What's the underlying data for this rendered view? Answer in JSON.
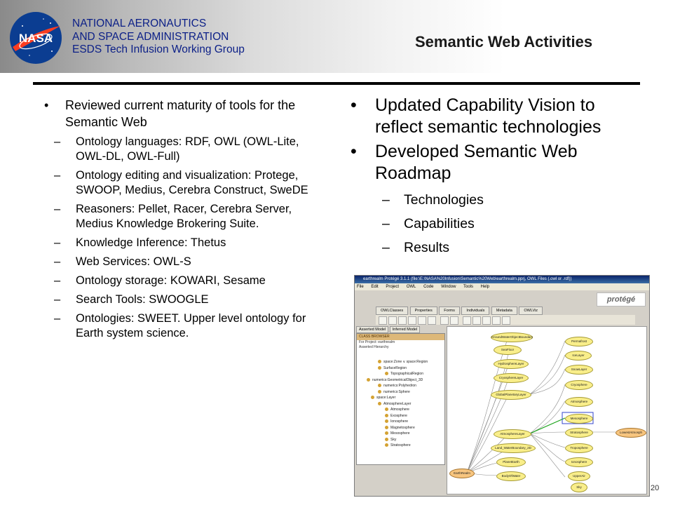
{
  "header": {
    "org_lines": [
      "NATIONAL AERONAUTICS",
      "AND SPACE ADMINISTRATION",
      "ESDS Tech Infusion Working Group"
    ],
    "title": "Semantic Web Activities",
    "logo_text": "NASA"
  },
  "left_column": {
    "bullet": "Reviewed current maturity of tools for the Semantic Web",
    "sub_items": [
      "Ontology languages: RDF, OWL (OWL-Lite, OWL-DL, OWL-Full)",
      "Ontology editing and visualization: Protege, SWOOP, Medius, Cerebra Construct, SweDE",
      "Reasoners: Pellet, Racer, Cerebra Server, Medius Knowledge Brokering Suite.",
      "Knowledge Inference: Thetus",
      "Web Services: OWL-S",
      "Ontology storage: KOWARI, Sesame",
      "Search Tools: SWOOGLE",
      "Ontologies: SWEET. Upper level ontology for Earth system science."
    ]
  },
  "right_column": {
    "bullets": [
      "Updated Capability Vision to reflect semantic technologies",
      "Developed Semantic Web Roadmap"
    ],
    "sub_items": [
      "Technologies",
      "Capabilities",
      "Results"
    ]
  },
  "screenshot": {
    "window_title": "earthrealm Protégé 3.1.1    (file:\\E:\\NASA%20Infusion\\Semantic%20Web\\earthrealm.pprj, OWL Files (.owl or .rdf))",
    "menu": [
      "File",
      "Edit",
      "Project",
      "OWL",
      "Code",
      "Window",
      "Tools",
      "Help"
    ],
    "brand": "protégé",
    "tabs": [
      "OWLClasses",
      "Properties",
      "Forms",
      "Individuals",
      "Metadata",
      "OWLViz"
    ],
    "model_tabs": [
      "Asserted Model",
      "Inferred Model"
    ],
    "class_browser": "CLASS BROWSER",
    "for_project": "For Project: earthrealm",
    "hierarchy": "Asserted Hierarchy",
    "tree": [
      "space:Zone ∨ space:Region",
      "SurfaceRegion",
      "TopographicalRegion",
      "numerics:GeometricalObject_3D",
      "numerics:Polyhedron",
      "numerics:Sphere",
      "space:Layer",
      "AtmosphereLayer",
      "Atmosphere",
      "Exosphere",
      "Ionosphere",
      "Magnetosphere",
      "Mesosphere",
      "Sky",
      "Stratosphere"
    ],
    "graph_nodes": [
      "GroundWaterObjectBoundary",
      "SeaFloor",
      "HydrosphereLayer",
      "CryosphereLayer",
      "GlobalPlanetaryLayer",
      "AtmosphereLayer",
      "Land_WaterBoundary_2D",
      "PlanetEarth",
      "BodyOfWater",
      "EarthRealm",
      "Permafrost",
      "IceLayer",
      "SnowLayer",
      "Cryosphere",
      "Atmosphere",
      "Mesosphere",
      "Stratosphere",
      "Troposphere",
      "Ionosphere",
      "UpperAir",
      "Sky",
      "LowestAtmosph"
    ]
  },
  "page_number": "20"
}
